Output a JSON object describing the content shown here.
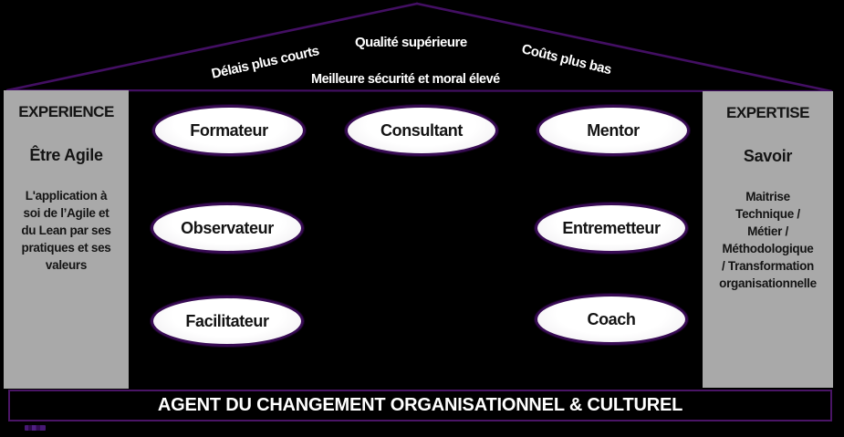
{
  "roof": {
    "delais": "Délais plus courts",
    "qualite": "Qualité supérieure",
    "couts": "Coûts plus bas",
    "securite": "Meilleure sécurité et moral élevé"
  },
  "left_pillar": {
    "title": "EXPERIENCE",
    "subtitle": "Être Agile",
    "body_lines": [
      "L'application à",
      "soi de l’Agile et",
      "du Lean par ses",
      "pratiques et ses",
      "valeurs"
    ]
  },
  "right_pillar": {
    "title": "EXPERTISE",
    "subtitle": "Savoir",
    "body_lines": [
      "Maitrise",
      "Technique /",
      "Métier /",
      "Méthodologique",
      "/ Transformation",
      "organisationnelle"
    ]
  },
  "roles": [
    "Formateur",
    "Consultant",
    "Mentor",
    "Observateur",
    "Entremetteur",
    "Facilitateur",
    "Coach"
  ],
  "footer": {
    "label": "AGENT DU CHANGEMENT ORGANISATIONNEL & CULTUREL"
  },
  "colors": {
    "background": "#000000",
    "roof_line_purple": "#430f63",
    "ellipse_border_purple": "#380b54",
    "ellipse_fill": "#f5f4f6",
    "pillar_gray": "#a9a9a9",
    "footer_border_purple": "#4a1566",
    "text_dark": "#141414",
    "text_white": "#ffffff"
  }
}
